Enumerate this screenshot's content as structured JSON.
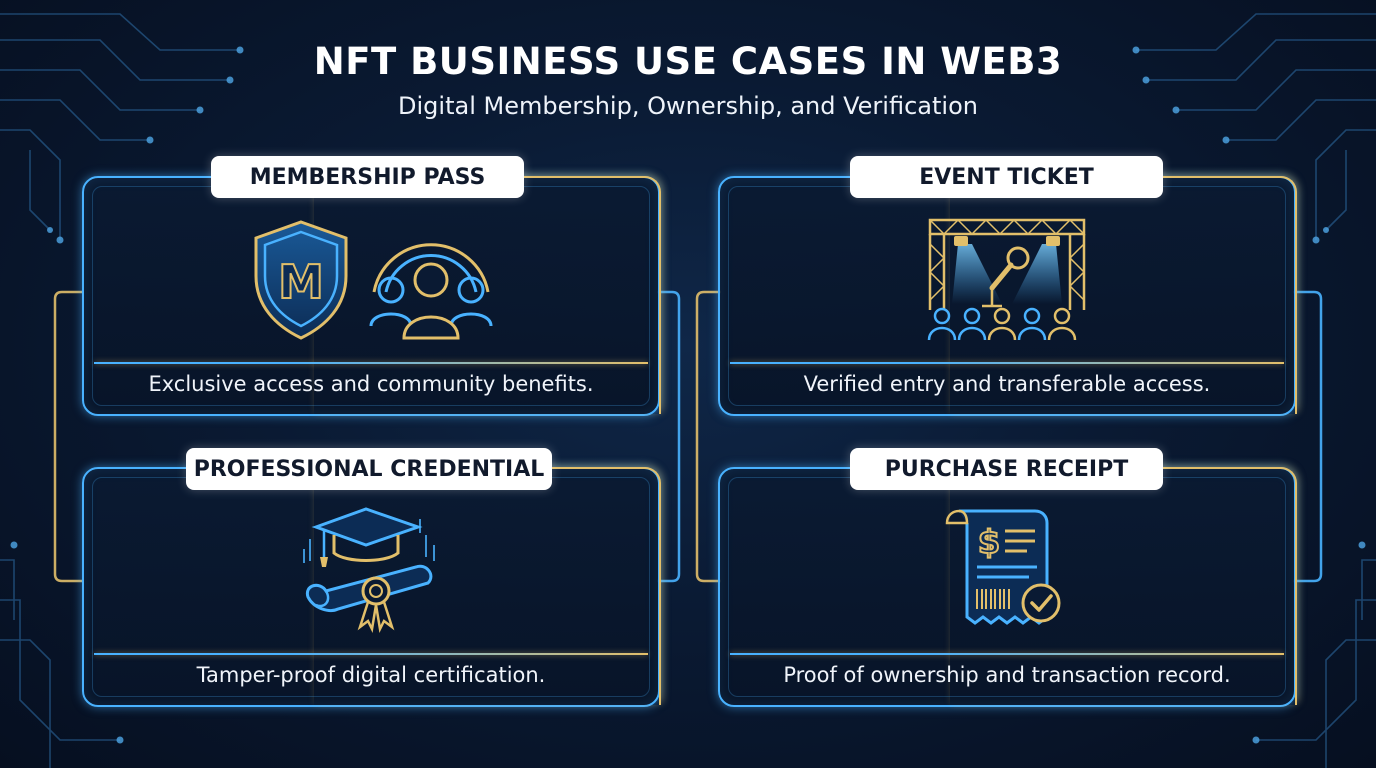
{
  "header": {
    "title": "NFT BUSINESS USE CASES IN WEB3",
    "subtitle": "Digital Membership, Ownership, and Verification"
  },
  "cards": [
    {
      "label": "MEMBERSHIP PASS",
      "description": "Exclusive access and community benefits.",
      "icon": "shield-community-icon"
    },
    {
      "label": "EVENT TICKET",
      "description": "Verified entry and transferable access.",
      "icon": "concert-stage-icon"
    },
    {
      "label": "PROFESSIONAL CREDENTIAL",
      "description": "Tamper-proof digital certification.",
      "icon": "graduation-diploma-icon"
    },
    {
      "label": "PURCHASE RECEIPT",
      "description": "Proof of ownership and transaction record.",
      "icon": "receipt-check-icon"
    }
  ],
  "shield_letter": "M",
  "receipt_currency": "$",
  "colors": {
    "accent_blue": "#49b2ff",
    "accent_gold": "#e2bf6a",
    "background": "#0a1a33",
    "label_bg": "#ffffff"
  }
}
